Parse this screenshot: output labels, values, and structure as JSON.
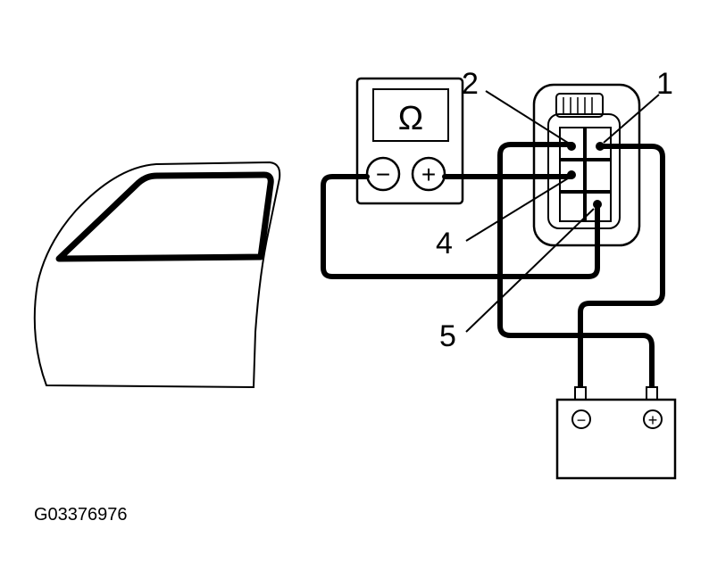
{
  "meter": {
    "symbol": "Ω",
    "neg": "−",
    "pos": "+"
  },
  "battery": {
    "neg": "−",
    "pos": "+"
  },
  "callouts": [
    "2",
    "1",
    "4",
    "5"
  ],
  "figure_code": "G03376976",
  "colors": {
    "ink": "#000000",
    "paper": "#ffffff"
  }
}
